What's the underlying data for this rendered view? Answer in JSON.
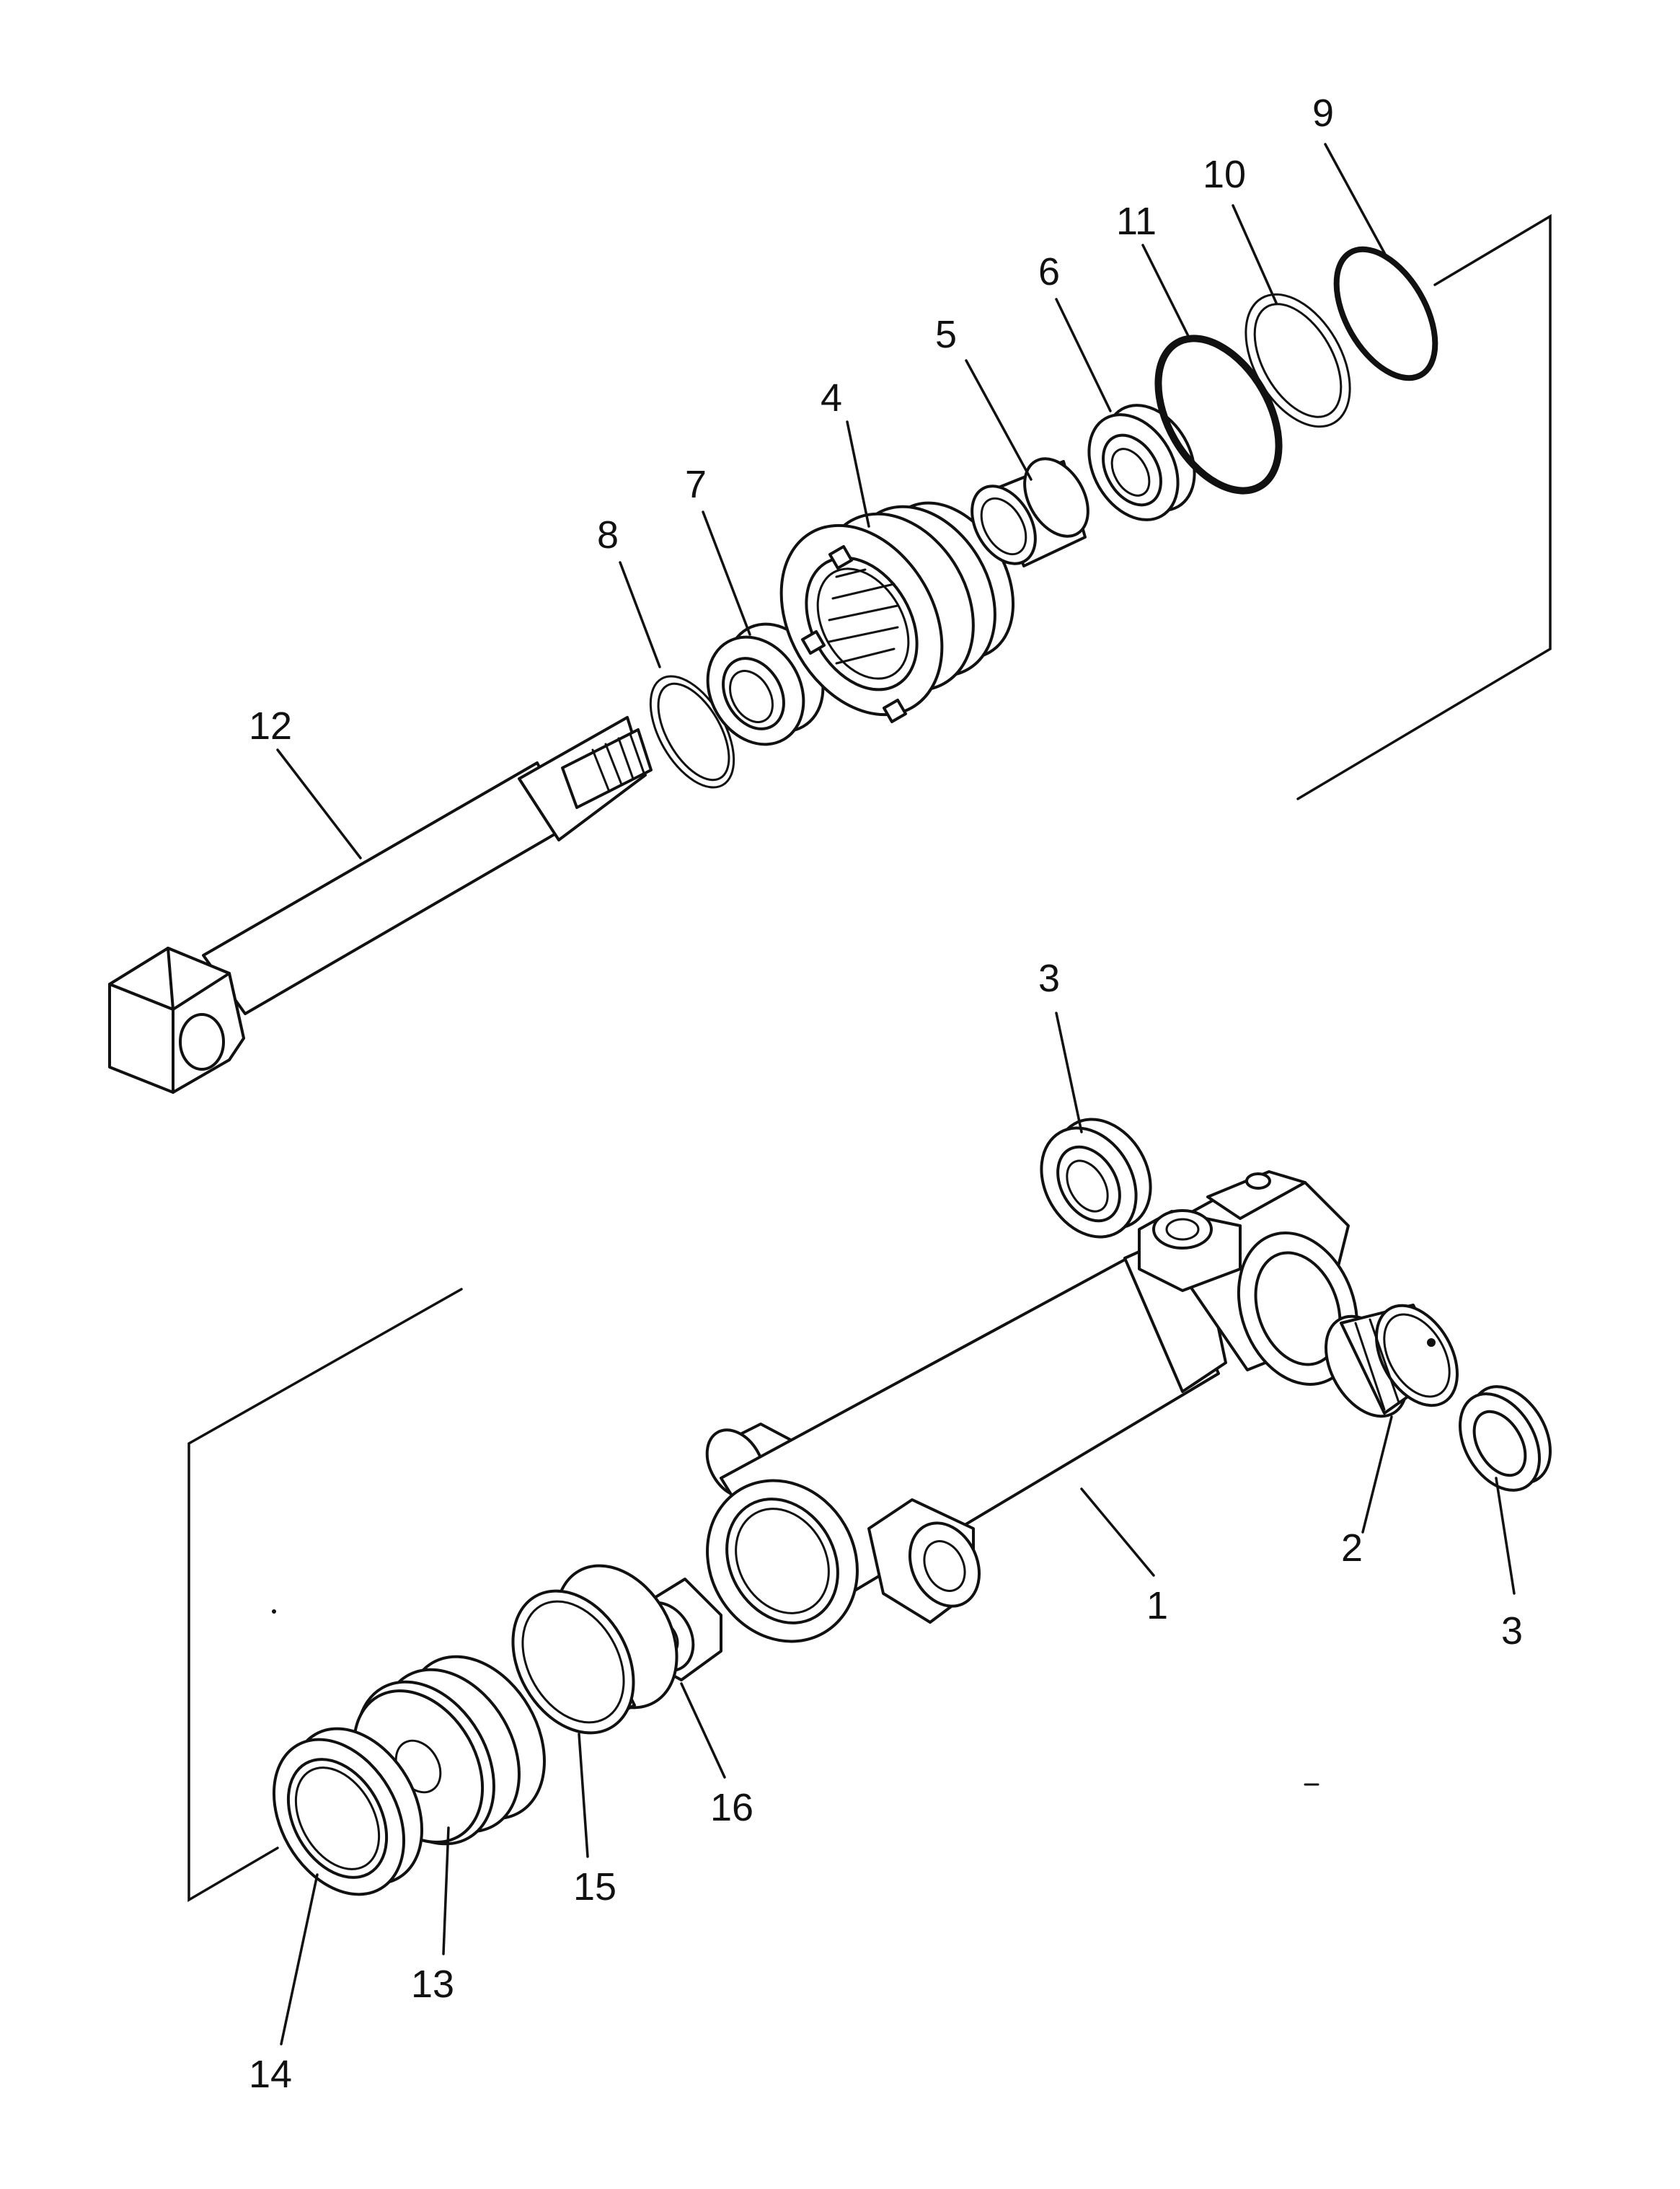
{
  "callouts": {
    "p1": "1",
    "p2": "2",
    "p3_top": "3",
    "p3_right": "3",
    "p4": "4",
    "p5": "5",
    "p6": "6",
    "p7": "7",
    "p8": "8",
    "p9": "9",
    "p10": "10",
    "p11": "11",
    "p12": "12",
    "p13": "13",
    "p14": "14",
    "p15": "15",
    "p16": "16"
  },
  "colors": {
    "line": "#111111",
    "background": "#ffffff"
  }
}
